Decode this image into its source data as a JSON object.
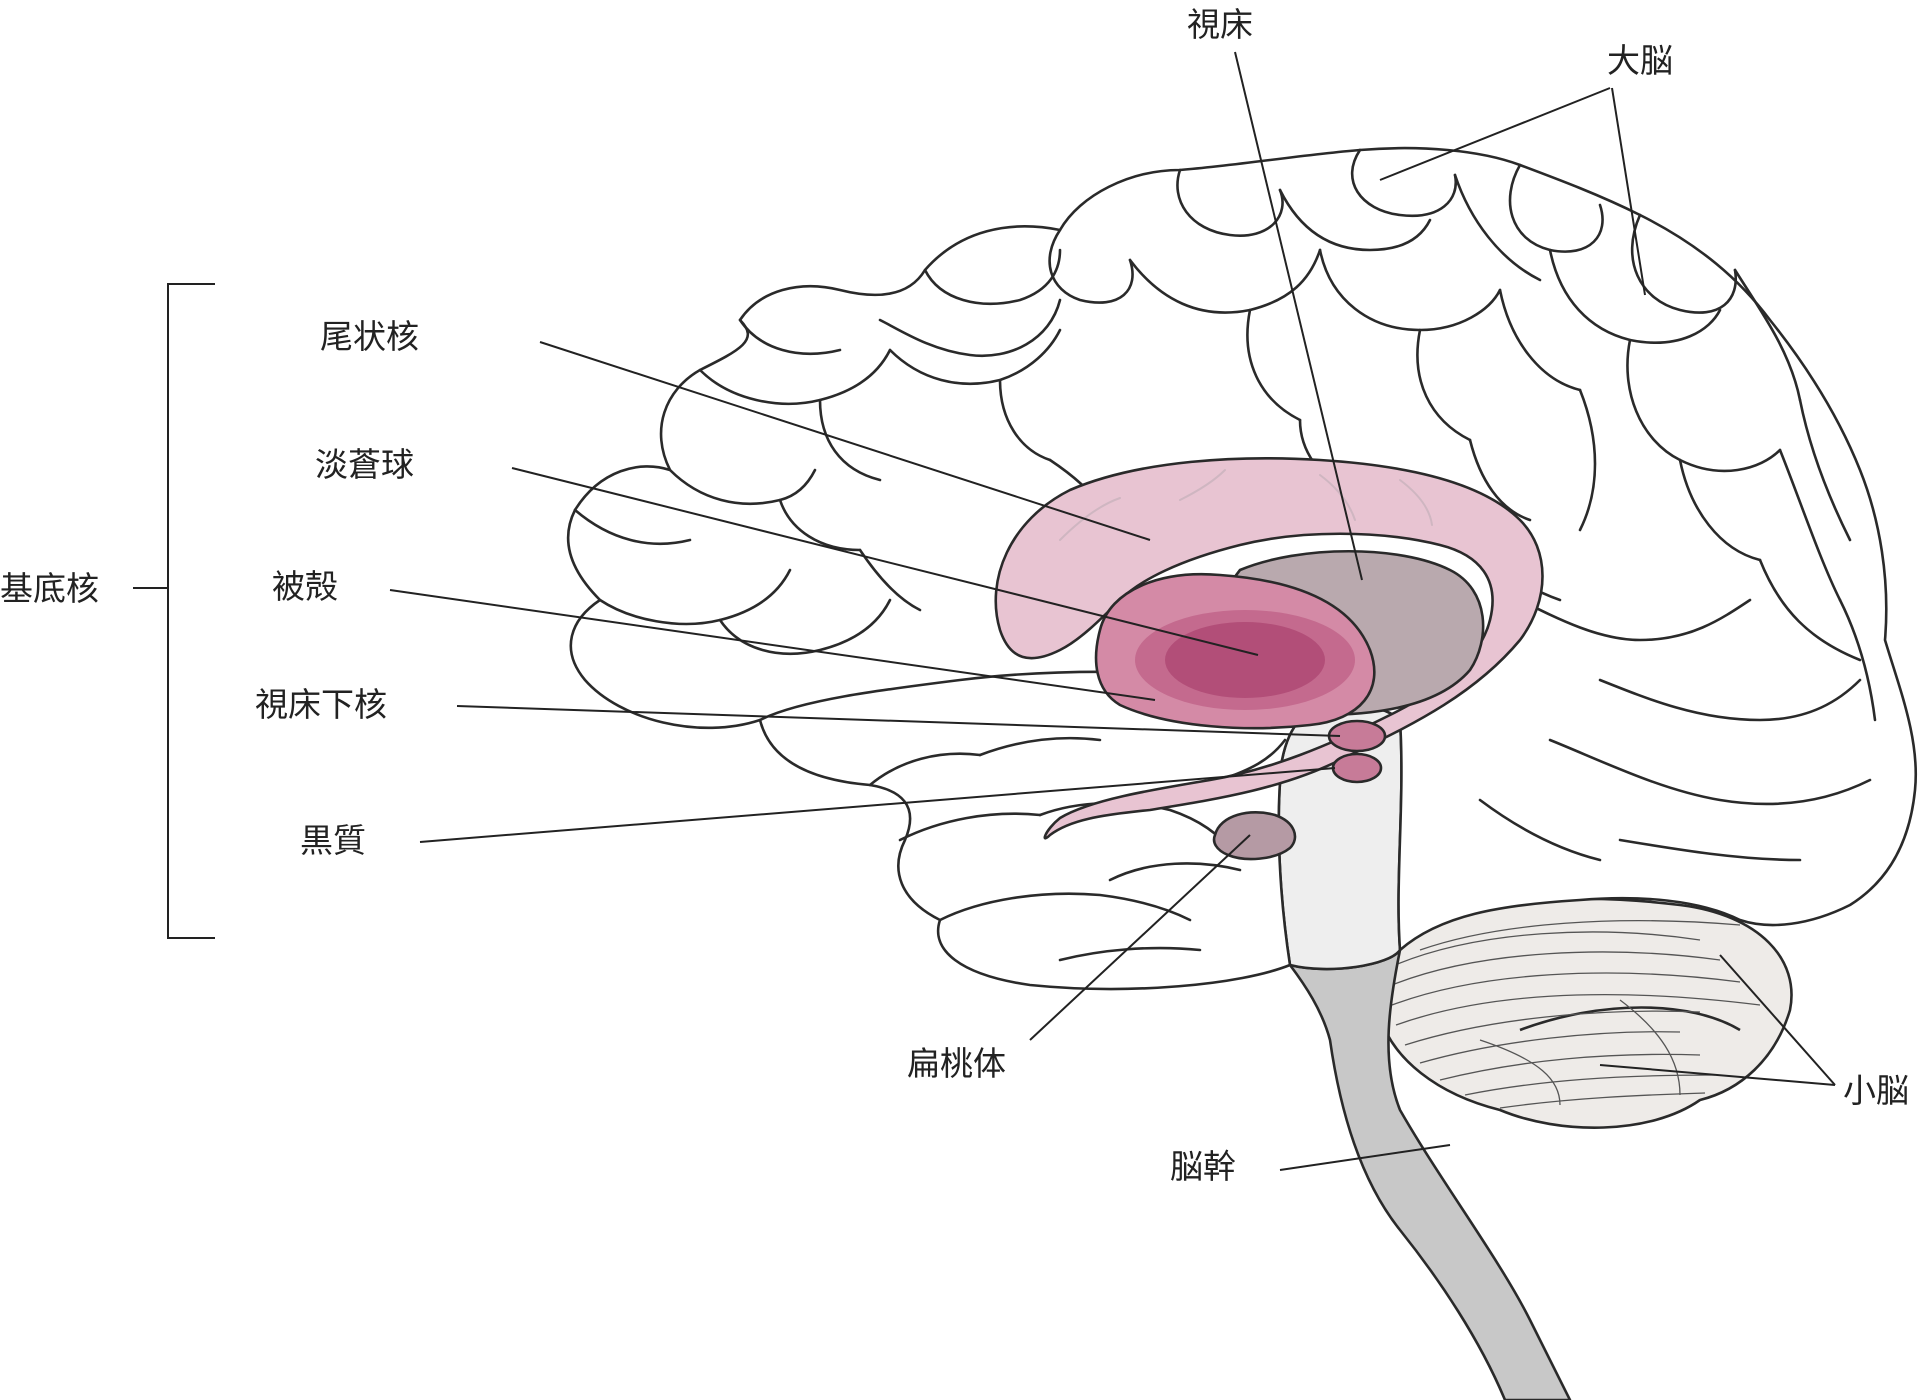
{
  "labels": {
    "thalamus": "視床",
    "cerebrum": "大脳",
    "caudate": "尾状核",
    "globus_pallidus": "淡蒼球",
    "basal_ganglia": "基底核",
    "putamen": "被殻",
    "subthalamic": "視床下核",
    "substantia_nigra": "黒質",
    "amygdala": "扁桃体",
    "brainstem": "脳幹",
    "cerebellum": "小脳"
  },
  "colors": {
    "caudate": "#e8c4d2",
    "putamen": "#d48aa6",
    "globus_pallidus": "#b24e78",
    "thalamus": "#b9a9ae",
    "nuclei": "#c77b98",
    "amygdala": "#b59aa4",
    "brainstem_upper": "#eeeeee",
    "brainstem_lower": "#c8c8c8",
    "cerebellum": "#eeebe8"
  }
}
